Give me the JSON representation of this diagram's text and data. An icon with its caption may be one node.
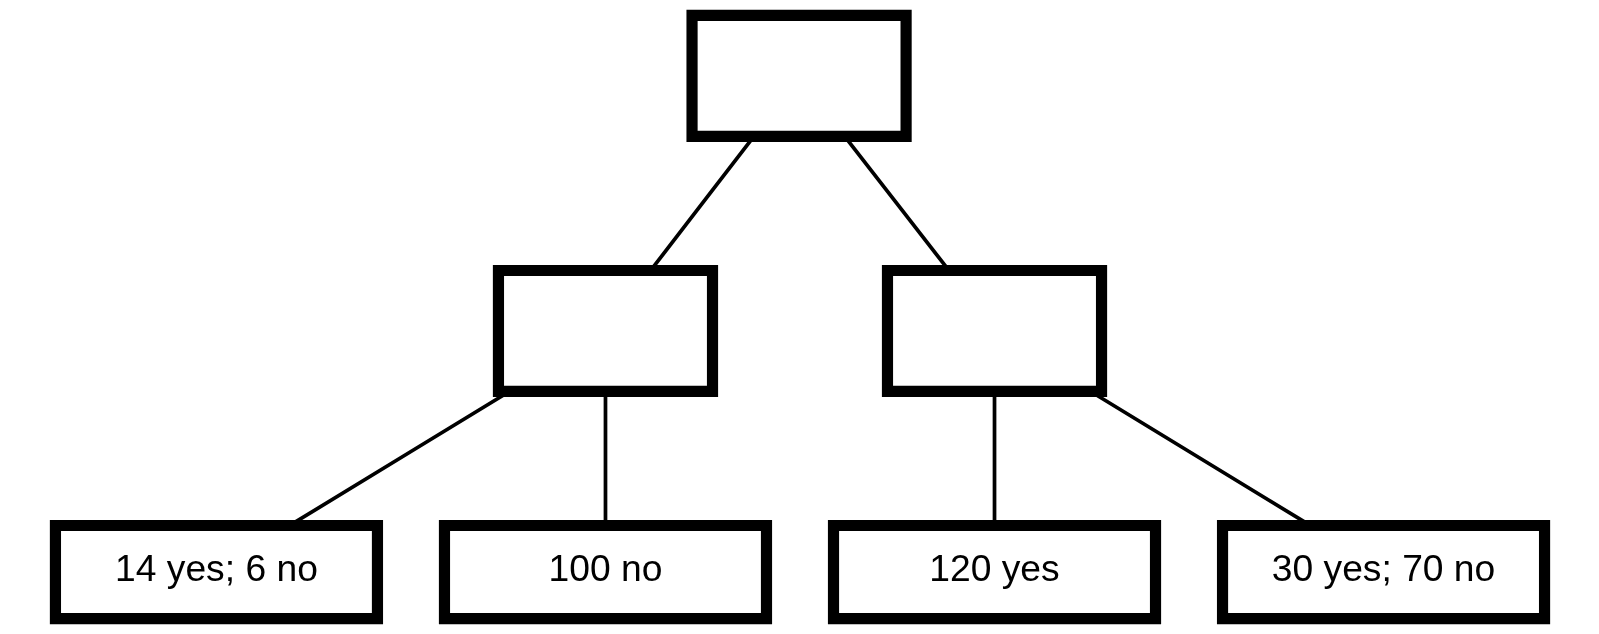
{
  "diagram": {
    "nodes": [
      {
        "text": [],
        "shape": "box"
      },
      {
        "text": [],
        "shape": "box"
      },
      {
        "text": [],
        "shape": "box"
      },
      {
        "text": [
          "14 yes; 6 no"
        ]
      },
      {
        "text": [
          "100 no"
        ]
      },
      {
        "text": [
          "120 yes"
        ]
      },
      {
        "text": [
          "30 yes; 70 no"
        ]
      }
    ],
    "edges": [
      {
        "from": 0,
        "to": 1,
        "arrow": "none"
      },
      {
        "from": 0,
        "to": 2,
        "arrow": "none"
      },
      {
        "from": 1,
        "to": 3,
        "arrow": "none"
      },
      {
        "from": 1,
        "to": 4,
        "arrow": "none"
      },
      {
        "from": 2,
        "to": 5,
        "arrow": "none"
      },
      {
        "from": 2,
        "to": 6,
        "arrow": "none"
      }
    ]
  }
}
